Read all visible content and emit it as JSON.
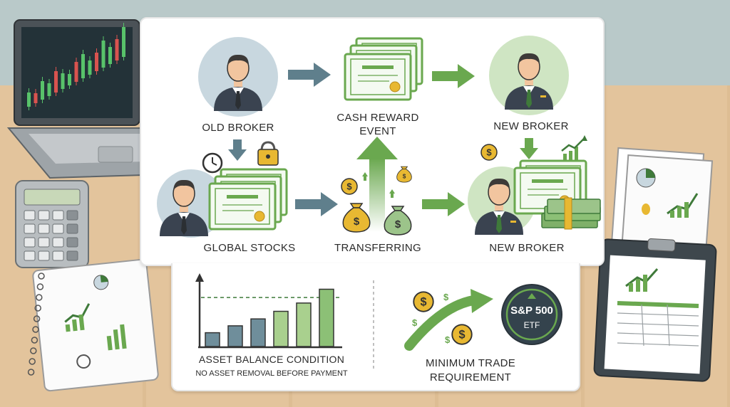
{
  "flow": {
    "old_broker": "OLD BROKER",
    "cash_reward_line1": "CASH REWARD",
    "cash_reward_line2": "EVENT",
    "new_broker_top": "NEW BROKER",
    "global_stocks": "GLOBAL STOCKS",
    "transferring": "TRANSFERRING",
    "new_broker_bottom": "NEW BROKER"
  },
  "conditions": {
    "asset_balance_title": "ASSET BALANCE CONDITION",
    "asset_balance_subtitle": "NO ASSET REMOVAL BEFORE PAYMENT",
    "min_trade_line1": "MINIMUM TRADE",
    "min_trade_line2": "REQUIREMENT",
    "etf_line1": "S&P 500",
    "etf_line2": "ETF"
  },
  "chart_data": {
    "type": "bar",
    "values": [
      2,
      3,
      4,
      5.1,
      6.3,
      8.3
    ],
    "threshold": 7.1,
    "ylim": [
      0,
      10
    ]
  },
  "colors": {
    "accent_green": "#6aa84f",
    "dark_green": "#3f7a3a",
    "arrow_slate": "#5f7f8c",
    "suit_navy": "#3a4350",
    "skin": "#f2c59f",
    "hair": "#3d3a38",
    "circle_blue": "#c8d7df",
    "circle_green": "#cfe5c3",
    "gold": "#e8b832",
    "etf_dark": "#34434d"
  }
}
